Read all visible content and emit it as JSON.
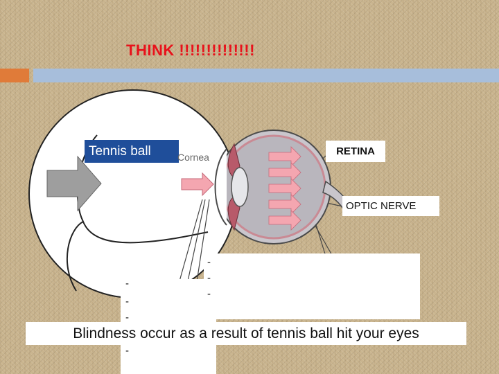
{
  "slide": {
    "title": "THINK !!!!!!!!!!!!!!",
    "caption": "Blindness occur as a result of tennis ball hit your eyes",
    "colors": {
      "title": "#e8121b",
      "accent_orange": "#e07b39",
      "accent_blue": "#a7bedb",
      "tennis_label_bg": "#1f4e9a",
      "arrow": "#f4a6b0"
    }
  },
  "diagram": {
    "tennis_ball_label": "Tennis ball",
    "cornea_label": "Cornea",
    "retina_label": "RETINA",
    "optic_nerve_label": "OPTIC NERVE"
  },
  "bullets": {
    "right": [
      "-",
      "-",
      "-"
    ],
    "left": [
      "-",
      "-",
      "-",
      "-"
    ]
  }
}
